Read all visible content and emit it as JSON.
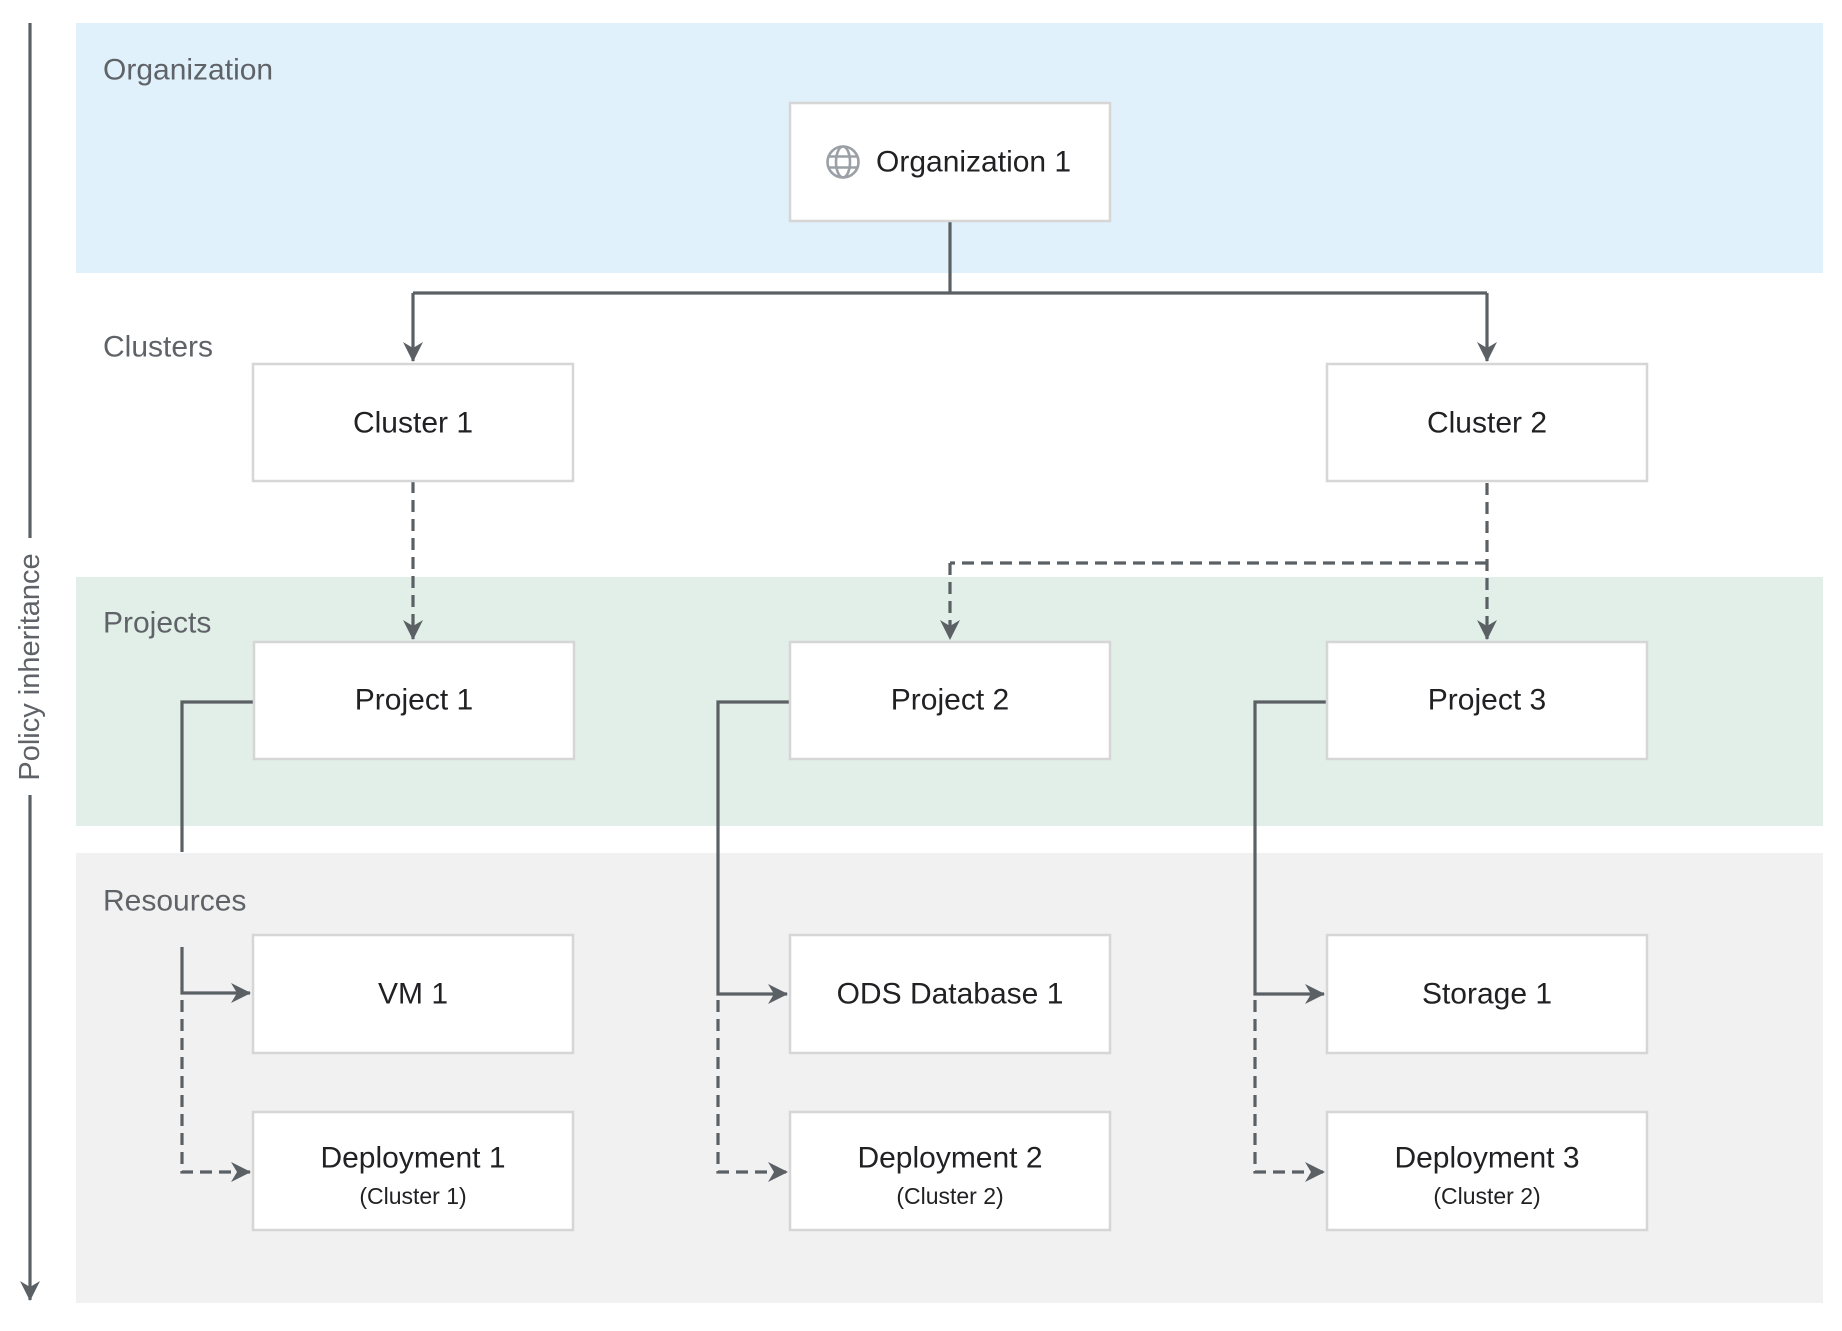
{
  "policy": {
    "label": "Policy inheritance"
  },
  "bands": {
    "organization": {
      "label": "Organization",
      "color": "#e0f1fb"
    },
    "clusters": {
      "label": "Clusters"
    },
    "projects": {
      "label": "Projects",
      "color": "#e2efe8"
    },
    "resources": {
      "label": "Resources",
      "color": "#f1f1f2"
    }
  },
  "nodes": {
    "organization1": {
      "label": "Organization 1",
      "icon": "globe-icon"
    },
    "cluster1": {
      "label": "Cluster 1"
    },
    "cluster2": {
      "label": "Cluster 2"
    },
    "project1": {
      "label": "Project 1"
    },
    "project2": {
      "label": "Project 2"
    },
    "project3": {
      "label": "Project 3"
    },
    "vm1": {
      "label": "VM 1"
    },
    "ods_database1": {
      "label": "ODS Database 1"
    },
    "storage1": {
      "label": "Storage 1"
    },
    "deployment1": {
      "label": "Deployment 1",
      "sublabel": "(Cluster 1)"
    },
    "deployment2": {
      "label": "Deployment 2",
      "sublabel": "(Cluster 2)"
    },
    "deployment3": {
      "label": "Deployment 3",
      "sublabel": "(Cluster 2)"
    }
  },
  "colors": {
    "line": "#5b6065",
    "band_label_text": "#5f6368",
    "box_text": "#212124",
    "box_border": "#d6d6d6",
    "globe_icon": "#9aa0a6",
    "organization_band": "#e0f1fb",
    "projects_band": "#e2efe8",
    "resources_band": "#f1f1f2"
  }
}
